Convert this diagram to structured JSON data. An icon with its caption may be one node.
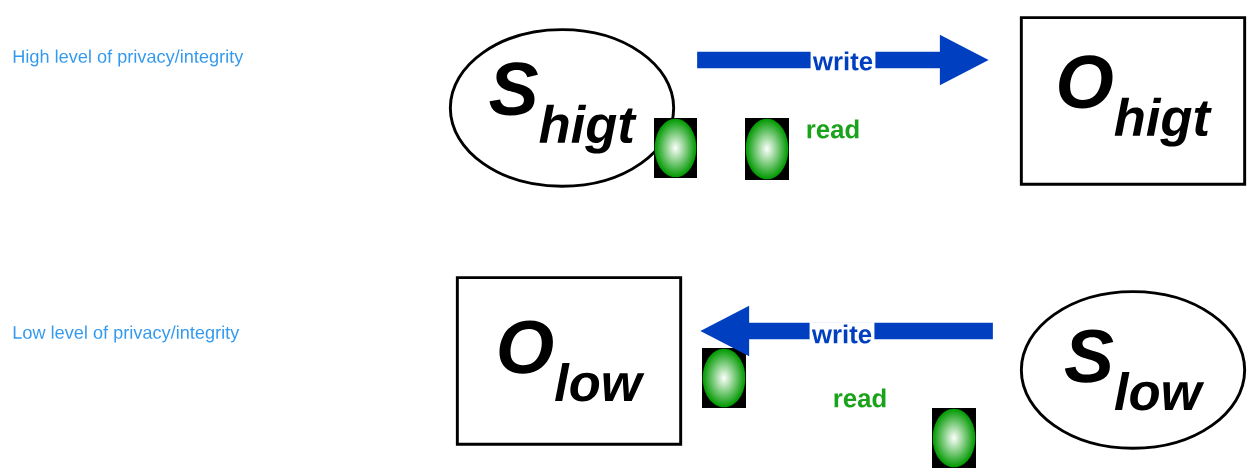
{
  "diagram": {
    "nodes": [
      {
        "text": [
          "S$_{higt}$"
        ]
      },
      {
        "text": [
          "O$_{higt}$"
        ]
      },
      {
        "text": [
          "O$_{low}$"
        ]
      },
      {
        "text": [
          "S$_{low}$"
        ]
      }
    ],
    "edges": [
      {
        "from": 0,
        "to": 1,
        "arrow": "to",
        "label": "write"
      },
      {
        "from": 3,
        "to": 2,
        "arrow": "to",
        "label": "write"
      }
    ],
    "labels": [
      "High level of privacy/integrity",
      "read",
      "Low level of privacy/integrity",
      "read"
    ]
  }
}
